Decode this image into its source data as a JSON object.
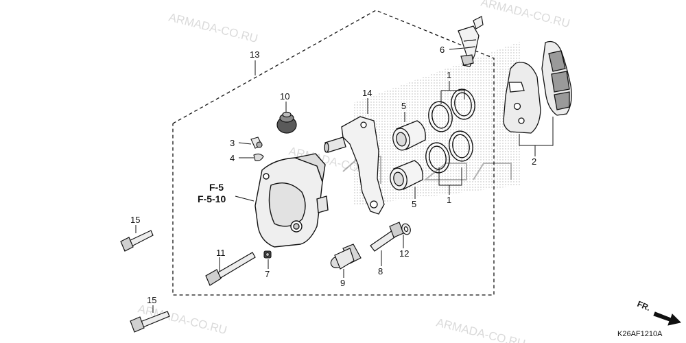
{
  "watermark": {
    "text": "ARMADA-CO.RU"
  },
  "callouts": {
    "c1a": "1",
    "c1b": "1",
    "c2": "2",
    "c3": "3",
    "c4": "4",
    "c5a": "5",
    "c5b": "5",
    "c6": "6",
    "c7": "7",
    "c8": "8",
    "c9": "9",
    "c10": "10",
    "c11": "11",
    "c12": "12",
    "c13": "13",
    "c14": "14",
    "c15a": "15",
    "c15b": "15"
  },
  "refs": {
    "f5": "F-5",
    "f510": "F-5-10"
  },
  "direction": {
    "label": "FR."
  },
  "diagram_code": "K26AF1210A",
  "colors": {
    "line": "#111111",
    "part_fill": "#efefef",
    "part_dark": "#6a6a6a",
    "watermark": "#bdbdbd"
  }
}
